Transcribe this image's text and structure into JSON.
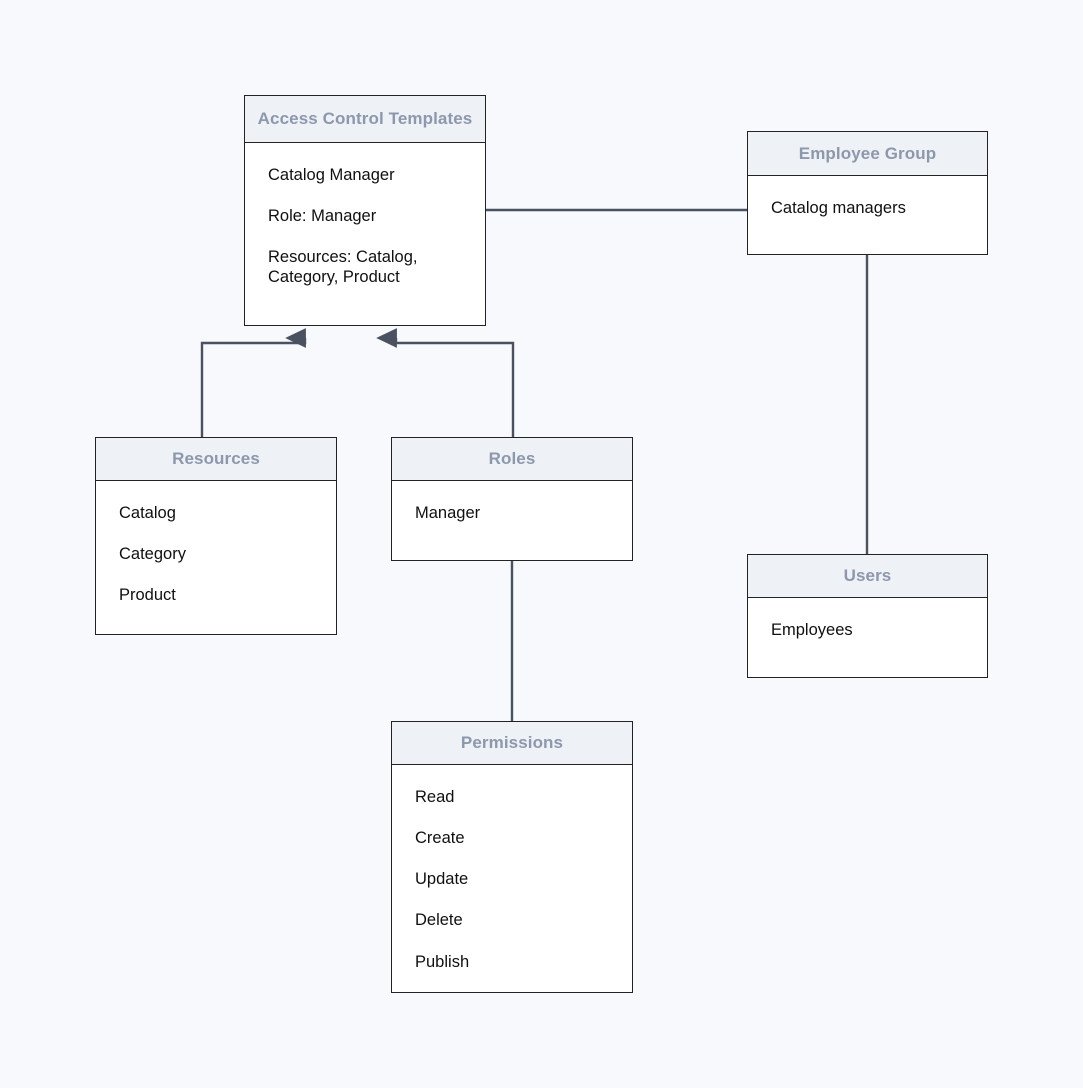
{
  "diagram": {
    "title": "Access Control Templates Diagram",
    "background_color": "#f8f9fc",
    "node_fill": "#ffffff",
    "node_header_fill": "#eef1f6",
    "node_border_color": "#232323",
    "header_text_color": "#8d98ac",
    "body_text_color": "#101010",
    "edge_color": "#4a5160"
  },
  "nodes": {
    "access_control_templates": {
      "title": "Access Control Templates",
      "rows": [
        "Catalog Manager",
        "Role: Manager",
        "Resources: Catalog, Category, Product"
      ]
    },
    "employee_group": {
      "title": "Employee Group",
      "rows": [
        "Catalog managers"
      ]
    },
    "resources": {
      "title": "Resources",
      "rows": [
        "Catalog",
        "Category",
        "Product"
      ]
    },
    "roles": {
      "title": "Roles",
      "rows": [
        "Manager"
      ]
    },
    "users": {
      "title": "Users",
      "rows": [
        "Employees"
      ]
    },
    "permissions": {
      "title": "Permissions",
      "rows": [
        "Read",
        "Create",
        "Update",
        "Delete",
        "Publish"
      ]
    }
  },
  "edges": [
    {
      "name": "edge-resources-to-templates",
      "from": "resources",
      "to": "access_control_templates",
      "arrow": true
    },
    {
      "name": "edge-roles-to-templates",
      "from": "roles",
      "to": "access_control_templates",
      "arrow": true
    },
    {
      "name": "edge-templates-to-employee-group",
      "from": "access_control_templates",
      "to": "employee_group",
      "arrow": false
    },
    {
      "name": "edge-employee-group-to-users",
      "from": "employee_group",
      "to": "users",
      "arrow": false
    },
    {
      "name": "edge-roles-to-permissions",
      "from": "roles",
      "to": "permissions",
      "arrow": false
    }
  ]
}
